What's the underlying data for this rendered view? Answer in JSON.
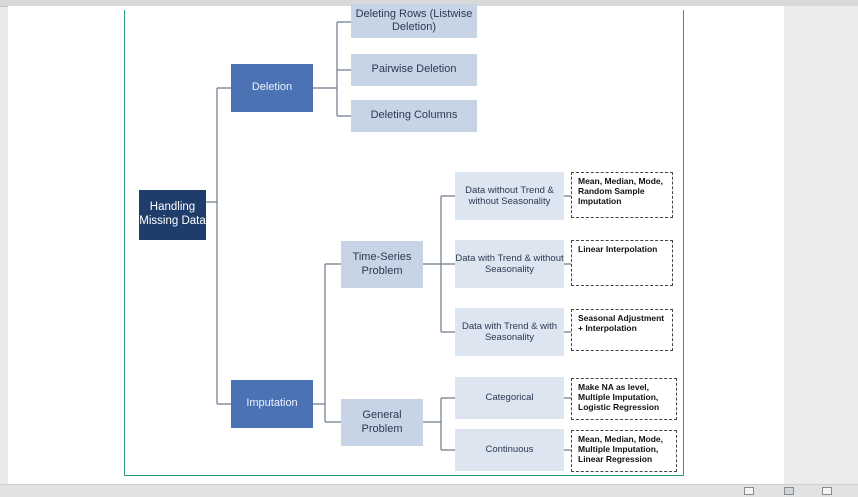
{
  "diagram": {
    "root": {
      "label": "Handling Missing Data"
    },
    "deletion": {
      "label": "Deletion",
      "children": [
        {
          "label": "Deleting Rows (Listwise Deletion)"
        },
        {
          "label": "Pairwise Deletion"
        },
        {
          "label": "Deleting Columns"
        }
      ]
    },
    "imputation": {
      "label": "Imputation",
      "time_series": {
        "label": "Time-Series Problem",
        "children": [
          {
            "label": "Data without Trend & without Seasonality",
            "methods": "Mean, Median, Mode, Random Sample Imputation"
          },
          {
            "label": "Data with Trend & without Seasonality",
            "methods": "Linear Interpolation"
          },
          {
            "label": "Data with Trend & with Seasonality",
            "methods": "Seasonal Adjustment + Interpolation"
          }
        ]
      },
      "general": {
        "label": "General Problem",
        "children": [
          {
            "label": "Categorical",
            "methods": "Make NA as level, Multiple Imputation, Logistic Regression"
          },
          {
            "label": "Continuous",
            "methods": "Mean, Median, Mode, Multiple Imputation, Linear Regression"
          }
        ]
      }
    }
  },
  "colors": {
    "root": "#1f3d6b",
    "level1": "#4a72b5",
    "level2": "#c7d4e6",
    "level3": "#dde5f0",
    "frame": "#2f9e6e"
  },
  "statusbar": {
    "icons": [
      "read-mode-icon",
      "print-layout-icon",
      "web-layout-icon"
    ]
  }
}
